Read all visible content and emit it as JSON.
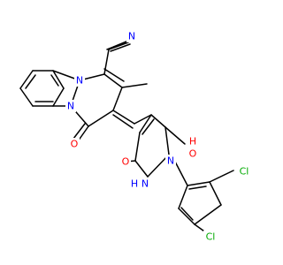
{
  "atom_labels": {
    "nitrile_n": "N",
    "ring_n_top": "N",
    "ring_n_bridge": "N",
    "carbonyl_o": "O",
    "hydroxy_o": "O",
    "hydroxy_h": "H",
    "pyrazolone_o": "O",
    "pyrazole_nh_h": "H",
    "pyrazole_nh_n": "N",
    "pyrazole_n1": "N",
    "chlorine_top": "Cl",
    "chlorine_bottom": "Cl"
  },
  "colors": {
    "bond": "#000000",
    "nitrogen": "#0000ff",
    "oxygen": "#ff0000",
    "chlorine": "#00aa00"
  }
}
